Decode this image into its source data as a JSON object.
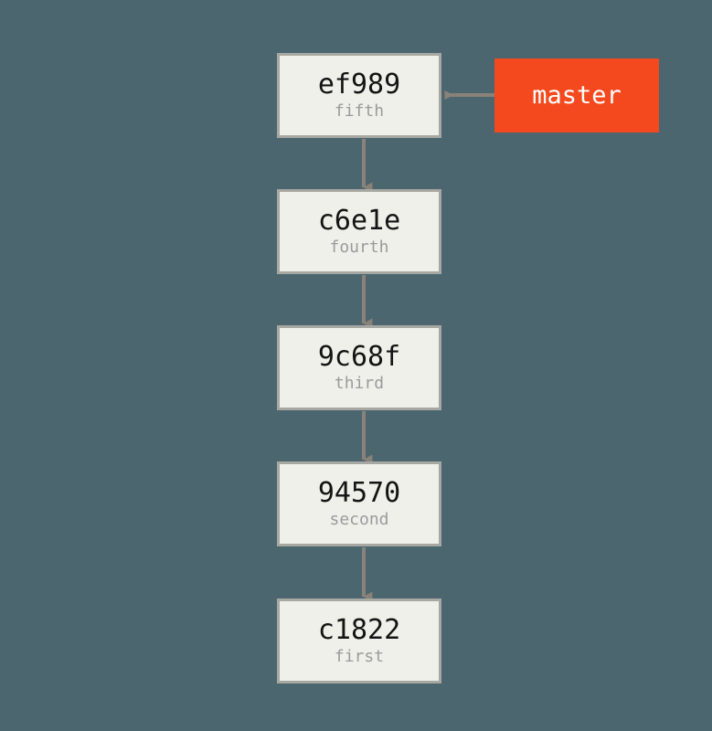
{
  "diagram": {
    "type": "git-commit-history",
    "title": "Git commit history with master branch pointer",
    "background_color": "#4c6670",
    "node_fill_color": "#eff0e9",
    "node_border_color": "#a8a8a2",
    "hash_text_color": "#141414",
    "message_text_color": "#9b9b9b",
    "arrow_color": "#8a8278",
    "branch_color": "#f4491e",
    "branch_text_color": "#ffffff"
  },
  "commits": [
    {
      "hash": "ef989",
      "message": "fifth"
    },
    {
      "hash": "c6e1e",
      "message": "fourth"
    },
    {
      "hash": "9c68f",
      "message": "third"
    },
    {
      "hash": "94570",
      "message": "second"
    },
    {
      "hash": "c1822",
      "message": "first"
    }
  ],
  "branches": [
    {
      "name": "master",
      "points_to": "ef989"
    }
  ],
  "arrows": [
    {
      "from": "ef989",
      "to": "c6e1e",
      "direction": "down"
    },
    {
      "from": "c6e1e",
      "to": "9c68f",
      "direction": "down"
    },
    {
      "from": "9c68f",
      "to": "94570",
      "direction": "down"
    },
    {
      "from": "94570",
      "to": "c1822",
      "direction": "down"
    },
    {
      "from": "master",
      "to": "ef989",
      "direction": "left"
    }
  ]
}
